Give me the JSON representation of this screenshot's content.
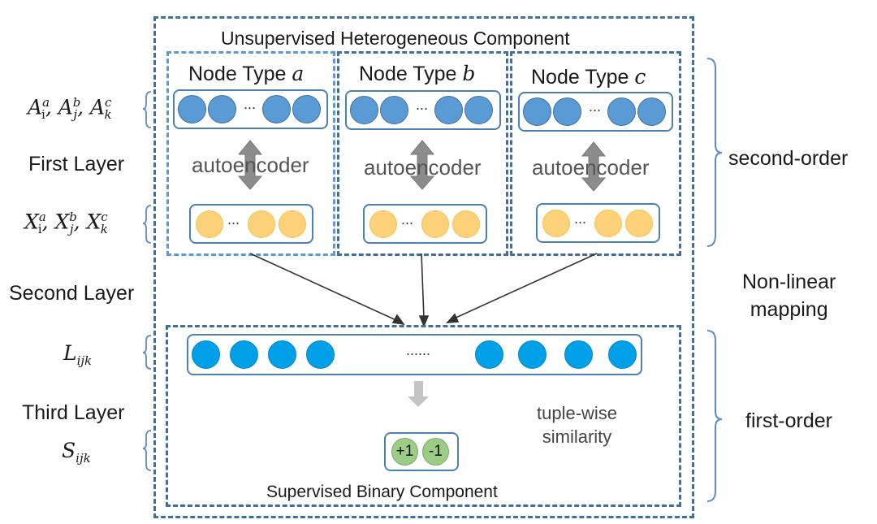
{
  "left_labels": {
    "a_vars": {
      "base": "A",
      "items": [
        {
          "sub": "i",
          "sup": "a"
        },
        {
          "sub": "j",
          "sup": "b"
        },
        {
          "sub": "k",
          "sup": "c"
        }
      ]
    },
    "first_layer": "First Layer",
    "x_vars": {
      "base": "X",
      "items": [
        {
          "sub": "i",
          "sup": "a"
        },
        {
          "sub": "j",
          "sup": "b"
        },
        {
          "sub": "k",
          "sup": "c"
        }
      ]
    },
    "second_layer": "Second Layer",
    "l_var": {
      "base": "L",
      "sub": "ijk"
    },
    "third_layer": "Third Layer",
    "s_var": {
      "base": "S",
      "sub": "ijk"
    }
  },
  "unsupervised": {
    "title": "Unsupervised Heterogeneous Component",
    "node_types": [
      {
        "prefix": "Node Type ",
        "var": "a",
        "encoder": "autoencoder",
        "ellipsis": "..."
      },
      {
        "prefix": "Node Type ",
        "var": "b",
        "encoder": "autoencoder",
        "ellipsis": "..."
      },
      {
        "prefix": "Node Type ",
        "var": "c",
        "encoder": "autoencoder",
        "ellipsis": "..."
      }
    ]
  },
  "supervised": {
    "title": "Supervised Binary Component",
    "ellipsis": "......",
    "similarity_line1": "tuple-wise",
    "similarity_line2": "similarity",
    "outputs": [
      "+1",
      "-1"
    ]
  },
  "right_labels": {
    "second_order": "second-order",
    "mapping_line1": "Non-linear",
    "mapping_line2": "mapping",
    "first_order": "first-order"
  },
  "colors": {
    "outer_dash": "#41709c",
    "node_blue": "#5b9bd5",
    "node_yellow": "#fdd17a",
    "node_cyan": "#00a0e8",
    "output_green": "#9ccc85",
    "brace": "#5b8cc8"
  }
}
